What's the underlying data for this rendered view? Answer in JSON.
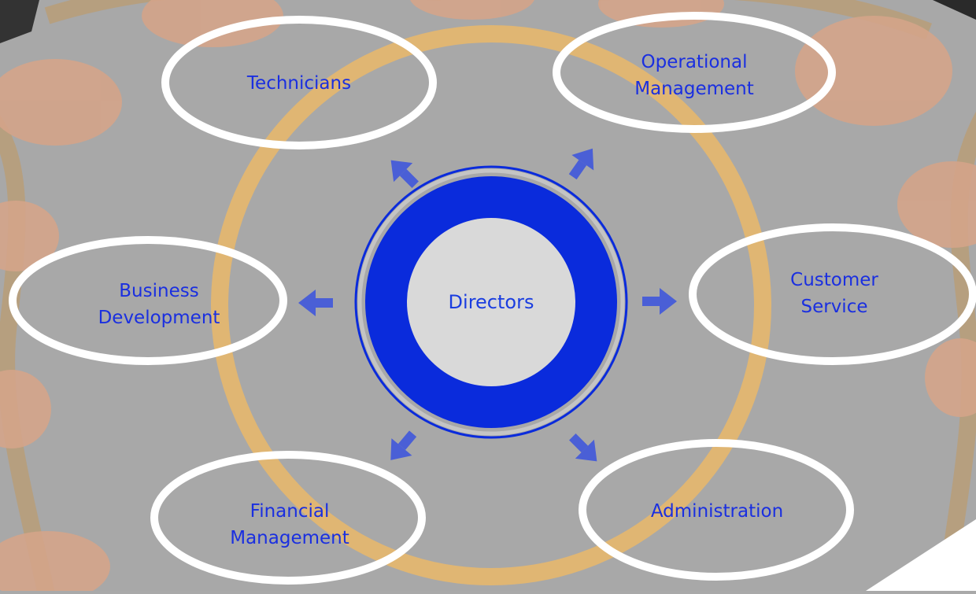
{
  "diagram": {
    "center": {
      "label": "Directors"
    },
    "departments": [
      {
        "id": "technicians",
        "lines": [
          "Technicians"
        ]
      },
      {
        "id": "operational-management",
        "lines": [
          "Operational",
          "Management"
        ]
      },
      {
        "id": "business-development",
        "lines": [
          "Business",
          "Development"
        ]
      },
      {
        "id": "customer-service",
        "lines": [
          "Customer",
          "Service"
        ]
      },
      {
        "id": "financial-management",
        "lines": [
          "Financial",
          "Management"
        ]
      },
      {
        "id": "administration",
        "lines": [
          "Administration"
        ]
      }
    ]
  },
  "colors": {
    "background": "#a9a9a9",
    "ring": "#e0b673",
    "center_fill": "#0a2bdc",
    "center_inner": "#d9d9d9",
    "arrow": "#4a5fd6",
    "label_text": "#1a2fe0",
    "ellipse_stroke": "#ffffff",
    "hands": "#d9a58a",
    "rope": "#b89e78"
  }
}
